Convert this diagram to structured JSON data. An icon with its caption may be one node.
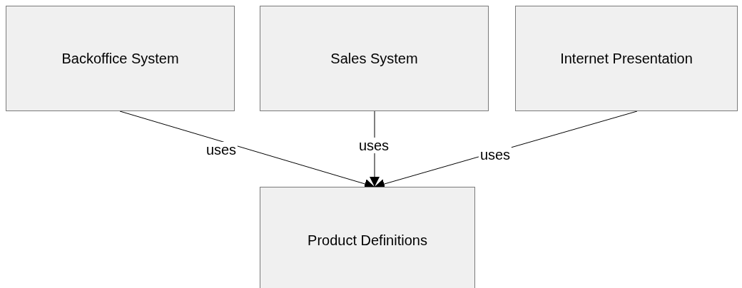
{
  "diagram": {
    "nodes": [
      {
        "text": [
          "Backoffice System"
        ]
      },
      {
        "text": [
          "Sales System"
        ]
      },
      {
        "text": [
          "Internet Presentation"
        ]
      },
      {
        "text": [
          "Product Definitions"
        ]
      }
    ],
    "edges": [
      {
        "from": 0,
        "to": 3,
        "arrow": "to",
        "label": "uses"
      },
      {
        "from": 1,
        "to": 3,
        "arrow": "to",
        "label": "uses"
      },
      {
        "from": 2,
        "to": 3,
        "arrow": "to",
        "label": "uses"
      }
    ]
  }
}
